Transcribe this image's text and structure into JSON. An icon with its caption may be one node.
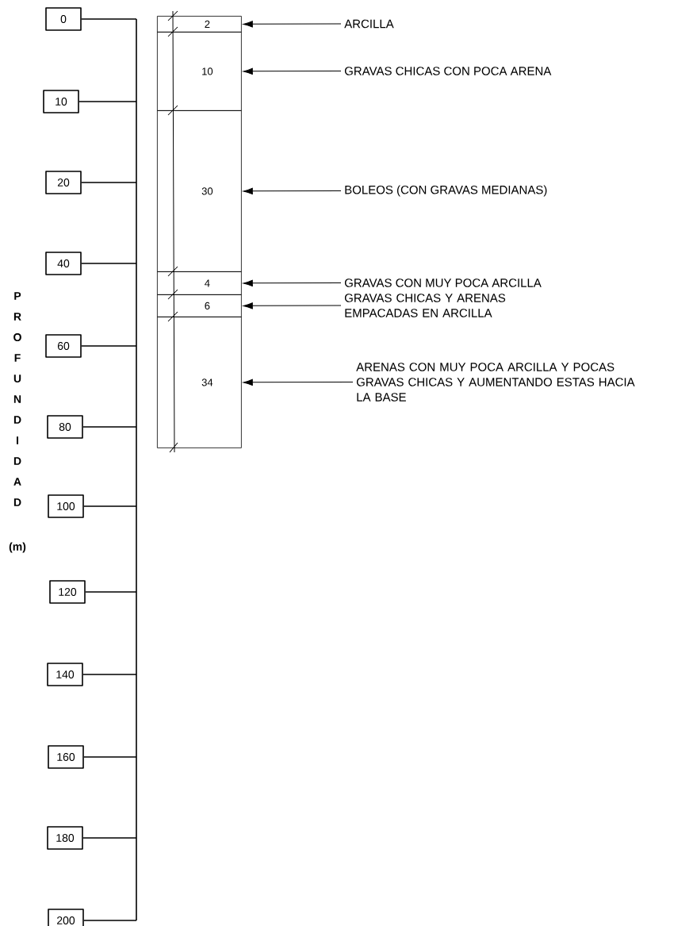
{
  "diagram": {
    "nodes": [
      {
        "text": [
          "0"
        ]
      },
      {
        "text": [
          "10"
        ]
      },
      {
        "text": [
          "20"
        ]
      },
      {
        "text": [
          "40"
        ]
      },
      {
        "text": [
          "60"
        ]
      },
      {
        "text": [
          "80"
        ]
      },
      {
        "text": [
          "100"
        ]
      },
      {
        "text": [
          "120"
        ]
      },
      {
        "text": [
          "140"
        ]
      },
      {
        "text": [
          "160"
        ]
      },
      {
        "text": [
          "180"
        ]
      },
      {
        "text": [
          "200"
        ]
      },
      {
        "text": [
          "2"
        ]
      },
      {
        "text": [
          "10"
        ]
      },
      {
        "text": [
          "30"
        ]
      },
      {
        "text": [
          "4"
        ]
      },
      {
        "text": [
          "6"
        ]
      },
      {
        "text": [
          "34"
        ]
      },
      {
        "text": [
          "ARCILLA"
        ]
      },
      {
        "text": [
          "GRAVAS CHICAS CON POCA ARENA"
        ]
      },
      {
        "text": [
          "BOLEOS (CON GRAVAS MEDIANAS)"
        ]
      },
      {
        "text": [
          "GRAVAS CON MUY POCA ARCILLA"
        ]
      },
      {
        "text": [
          "GRAVAS CHICAS Y ARENAS EMPACADAS EN ARCILLA"
        ]
      },
      {
        "text": [
          "ARENAS CON MUY POCA ARCILLA Y POCAS GRAVAS CHICAS Y AUMENTANDO ESTAS HACIA LA BASE"
        ]
      }
    ],
    "edges": [
      {
        "from": 18,
        "to": 12,
        "arrow": "to"
      },
      {
        "from": 19,
        "to": 13,
        "arrow": "to"
      },
      {
        "from": 20,
        "to": 14,
        "arrow": "to"
      },
      {
        "from": 21,
        "to": 15,
        "arrow": "to"
      },
      {
        "from": 22,
        "to": 16,
        "arrow": "to"
      },
      {
        "from": 23,
        "to": 17,
        "arrow": "to"
      }
    ],
    "labels": [
      "PROFUNDIDAD",
      "(m)"
    ]
  }
}
